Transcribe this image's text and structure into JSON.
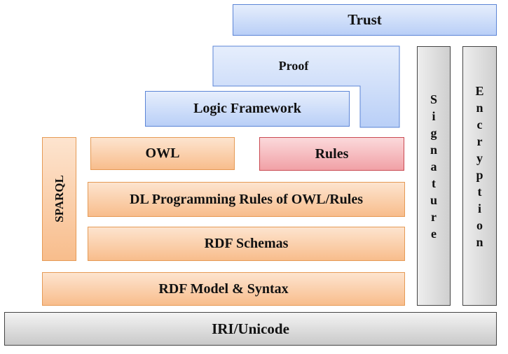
{
  "layers": {
    "trust": "Trust",
    "proof": "Proof",
    "logic_framework": "Logic Framework",
    "owl": "OWL",
    "rules": "Rules",
    "dl_programming": "DL Programming Rules of OWL/Rules",
    "rdf_schemas": "RDF Schemas",
    "rdf_model": "RDF Model & Syntax",
    "iri_unicode": "IRI/Unicode",
    "sparql": "SPARQL"
  },
  "signature_letters": [
    "S",
    "i",
    "g",
    "n",
    "a",
    "t",
    "u",
    "r",
    "e"
  ],
  "encryption_letters": [
    "E",
    "n",
    "c",
    "r",
    "y",
    "p",
    "t",
    "i",
    "o",
    "n"
  ],
  "colors": {
    "blue_border": "#5b84d6",
    "orange_border": "#e59a55",
    "red_border": "#c94a52",
    "gray_border": "#444444"
  }
}
